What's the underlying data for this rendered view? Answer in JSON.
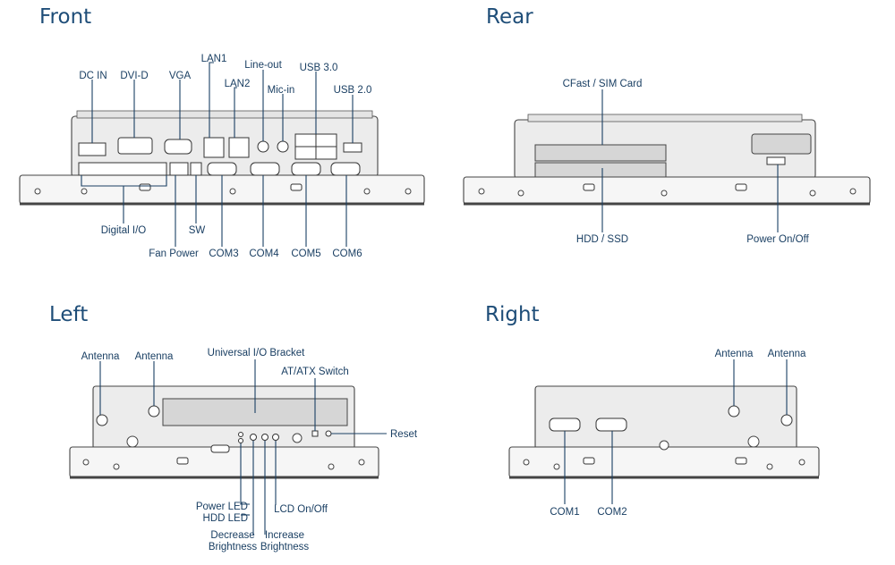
{
  "views": {
    "front": {
      "title": "Front"
    },
    "rear": {
      "title": "Rear"
    },
    "left": {
      "title": "Left"
    },
    "right": {
      "title": "Right"
    }
  },
  "labels": {
    "front": {
      "dc_in": "DC IN",
      "dvi_d": "DVI-D",
      "vga": "VGA",
      "lan1": "LAN1",
      "lan2": "LAN2",
      "line_out": "Line-out",
      "mic_in": "Mic-in",
      "usb30": "USB 3.0",
      "usb20": "USB 2.0",
      "digital_io": "Digital I/O",
      "sw": "SW",
      "fan_power": "Fan Power",
      "com3": "COM3",
      "com4": "COM4",
      "com5": "COM5",
      "com6": "COM6"
    },
    "rear": {
      "cfast": "CFast / SIM Card",
      "hdd": "HDD / SSD",
      "power": "Power On/Off"
    },
    "left": {
      "antenna1": "Antenna",
      "antenna2": "Antenna",
      "bracket": "Universal I/O Bracket",
      "atatx": "AT/ATX Switch",
      "reset": "Reset",
      "power_led": "Power LED",
      "hdd_led": "HDD LED",
      "decrease1": "Decrease",
      "decrease2": "Brightness",
      "increase1": "Increase",
      "increase2": "Brightness",
      "lcd": "LCD On/Off"
    },
    "right": {
      "antenna1": "Antenna",
      "antenna2": "Antenna",
      "com1": "COM1",
      "com2": "COM2"
    }
  },
  "colors": {
    "title": "#1e4d78",
    "label": "#1a3f63"
  }
}
